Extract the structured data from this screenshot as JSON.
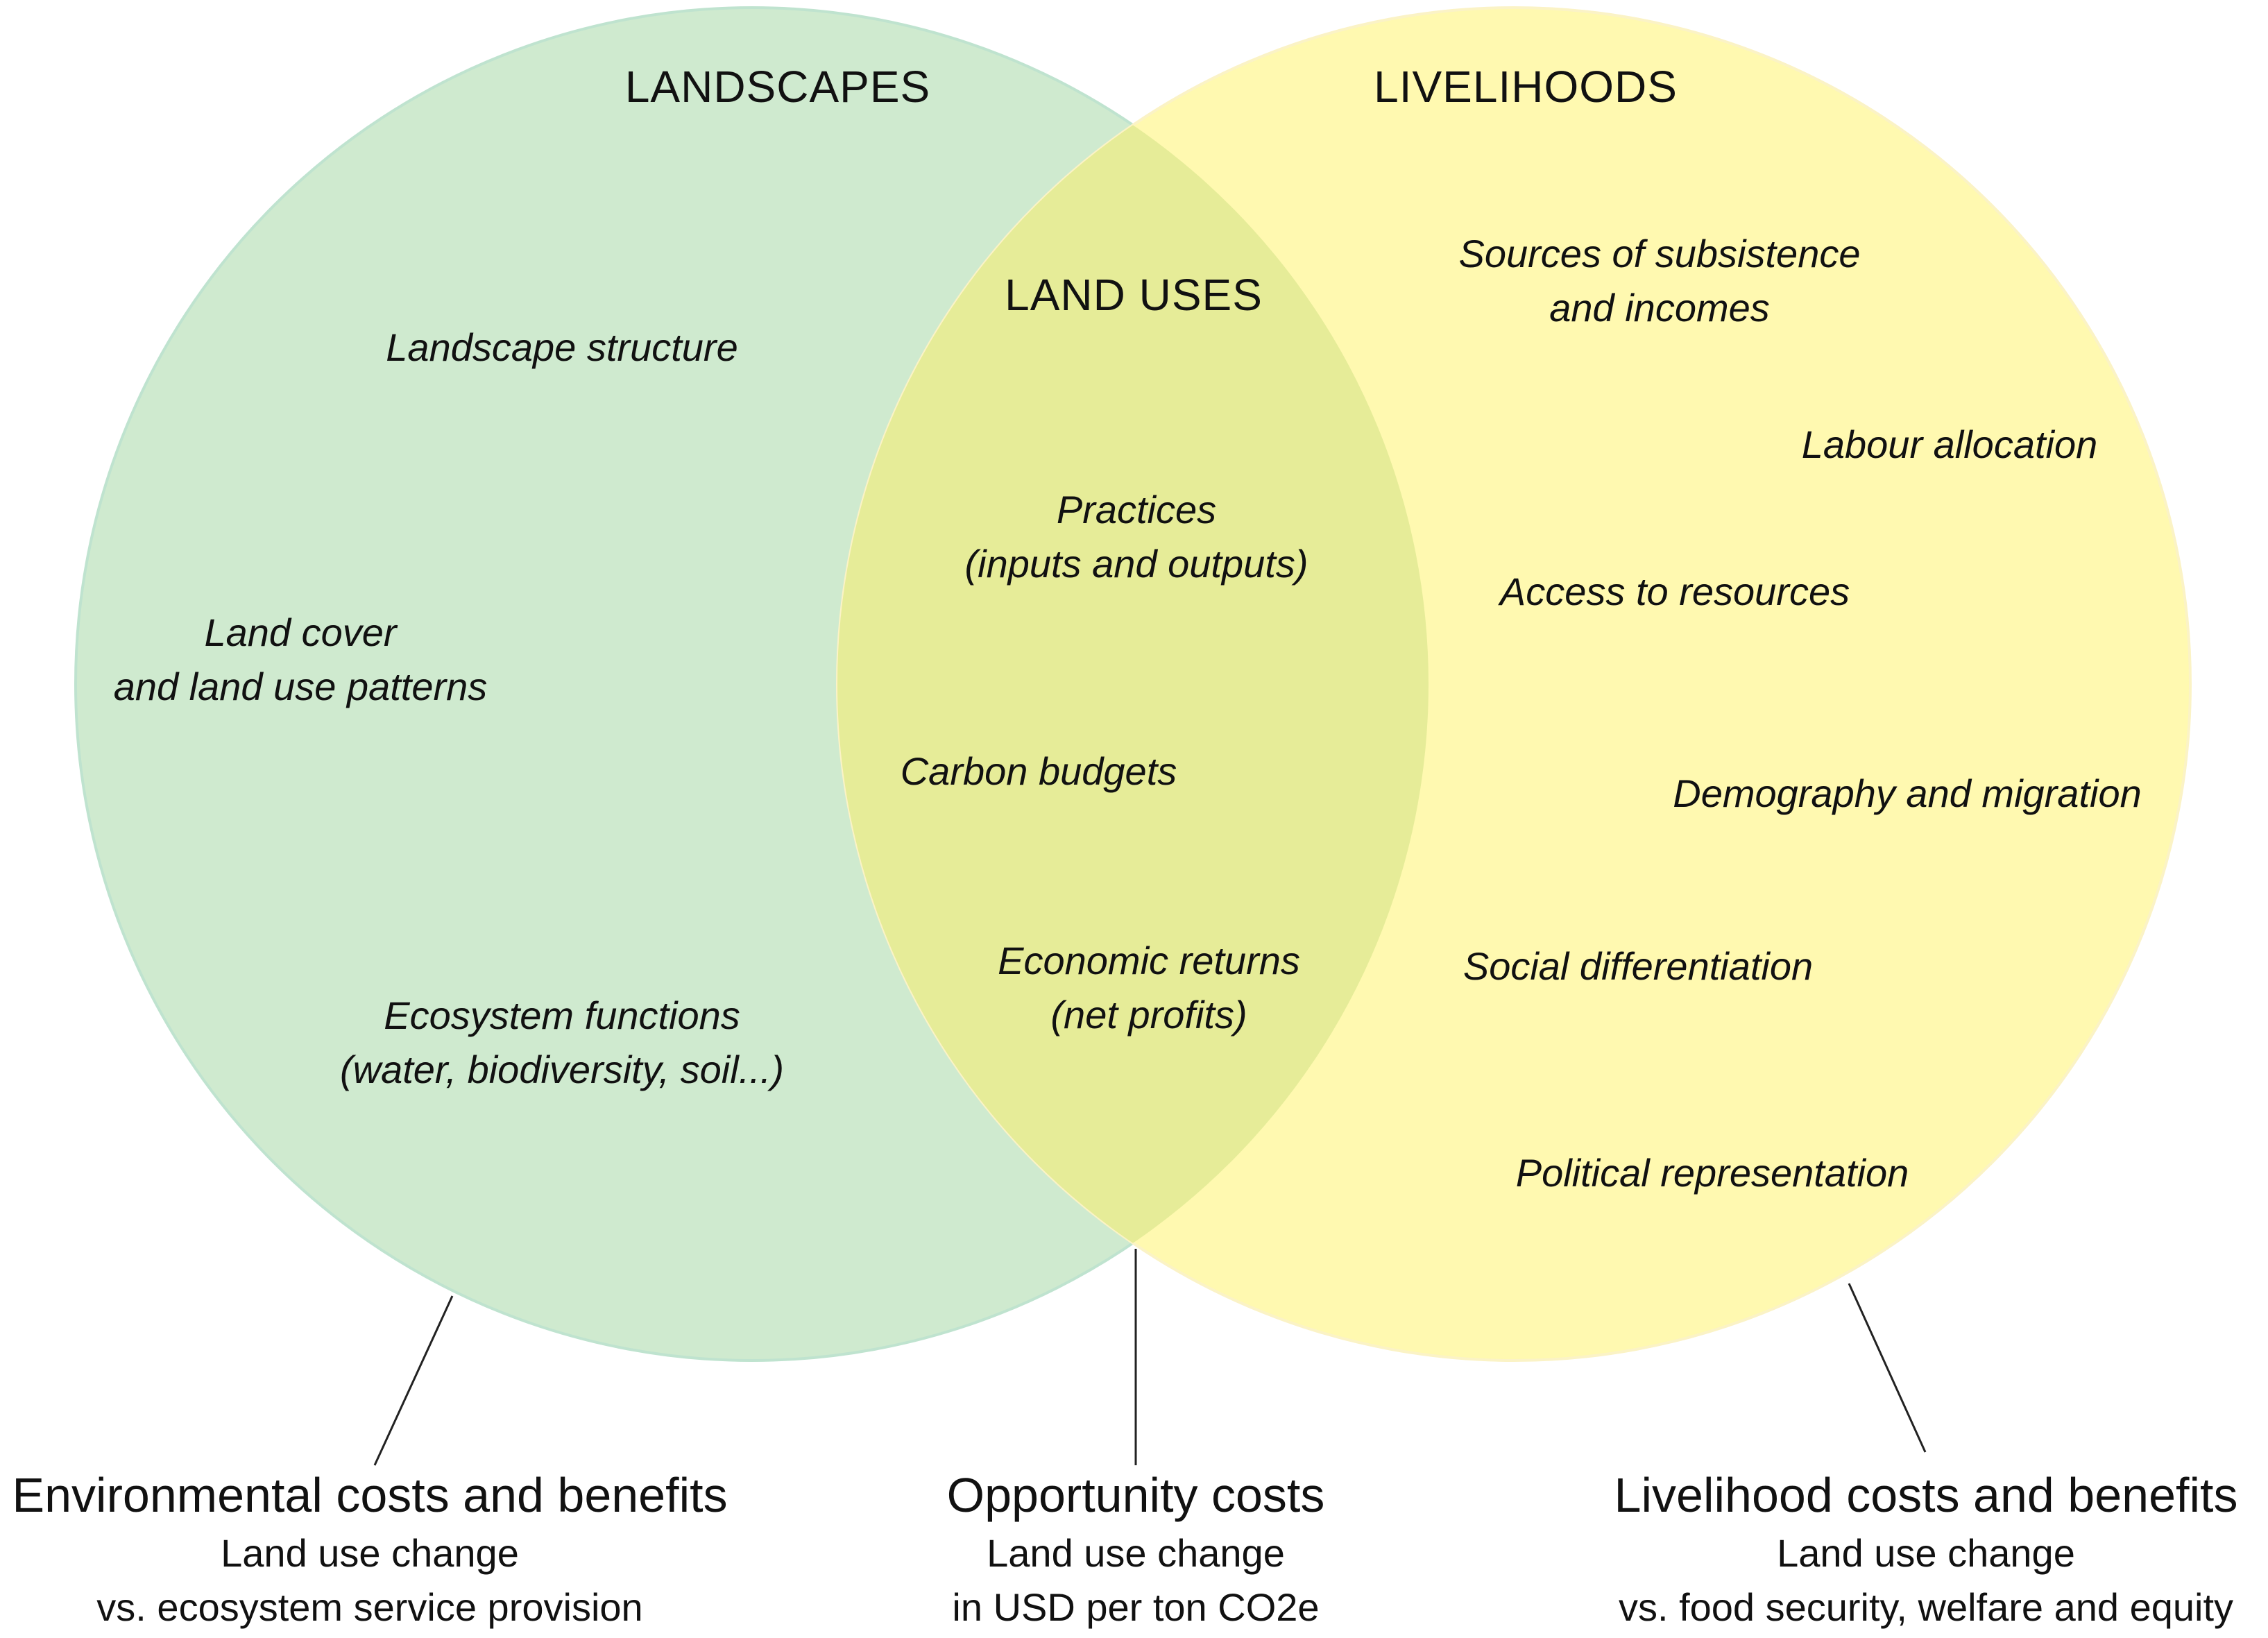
{
  "colors": {
    "landscapes_fill": "#cfeacf",
    "landscapes_stroke": "#bfe3cf",
    "livelihoods_fill": "#fff9b0",
    "livelihoods_stroke": "#fbf3c6",
    "overlap_fill": "#e6ec98",
    "leader_line": "#222222"
  },
  "circles": {
    "landscapes": {
      "title": "LANDSCAPES",
      "items": [
        [
          "Landscape structure"
        ],
        [
          "Land cover",
          "and land use patterns"
        ],
        [
          "Ecosystem functions",
          "(water, biodiversity, soil...)"
        ]
      ]
    },
    "land_uses": {
      "title": "LAND USES",
      "items": [
        [
          "Practices",
          "(inputs and outputs)"
        ],
        [
          "Carbon budgets"
        ],
        [
          "Economic returns",
          "(net profits)"
        ]
      ]
    },
    "livelihoods": {
      "title": "LIVELIHOODS",
      "items": [
        [
          "Sources of subsistence",
          "and incomes"
        ],
        [
          "Labour allocation"
        ],
        [
          "Access to resources"
        ],
        [
          "Demography and migration"
        ],
        [
          "Social differentiation"
        ],
        [
          "Political representation"
        ]
      ]
    }
  },
  "captions": {
    "environmental": {
      "title": "Environmental costs and benefits",
      "line1": "Land use change",
      "line2": "vs. ecosystem service provision"
    },
    "opportunity": {
      "title": "Opportunity costs",
      "line1": "Land use change",
      "line2": "in USD per ton CO2e"
    },
    "livelihood": {
      "title": "Livelihood costs and benefits",
      "line1": "Land use change",
      "line2": "vs. food security, welfare and equity"
    }
  }
}
